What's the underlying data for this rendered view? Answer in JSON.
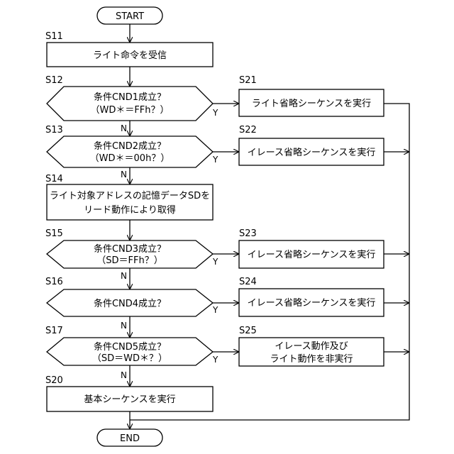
{
  "terminals": {
    "start": "START",
    "end": "END"
  },
  "steps": {
    "s11": {
      "id": "S11",
      "lines": [
        "ライト命令を受信"
      ]
    },
    "s12": {
      "id": "S12",
      "lines": [
        "条件CND1成立？",
        "（WD＊＝FFh？）"
      ]
    },
    "s13": {
      "id": "S13",
      "lines": [
        "条件CND2成立？",
        "（WD＊＝00h？）"
      ]
    },
    "s14": {
      "id": "S14",
      "lines": [
        "ライト対象アドレスの記憶データSDを",
        "リード動作により取得"
      ]
    },
    "s15": {
      "id": "S15",
      "lines": [
        "条件CND3成立？",
        "（SD＝FFh？）"
      ]
    },
    "s16": {
      "id": "S16",
      "lines": [
        "条件CND4成立？"
      ]
    },
    "s17": {
      "id": "S17",
      "lines": [
        "条件CND5成立？",
        "（SD＝WD＊？）"
      ]
    },
    "s20": {
      "id": "S20",
      "lines": [
        "基本シーケンスを実行"
      ]
    },
    "s21": {
      "id": "S21",
      "lines": [
        "ライト省略シーケンスを実行"
      ]
    },
    "s22": {
      "id": "S22",
      "lines": [
        "イレース省略シーケンスを実行"
      ]
    },
    "s23": {
      "id": "S23",
      "lines": [
        "イレース省略シーケンスを実行"
      ]
    },
    "s24": {
      "id": "S24",
      "lines": [
        "イレース省略シーケンスを実行"
      ]
    },
    "s25": {
      "id": "S25",
      "lines": [
        "イレース動作及び",
        "ライト動作を非実行"
      ]
    }
  },
  "branch_labels": {
    "yes": "Y",
    "no": "N"
  }
}
